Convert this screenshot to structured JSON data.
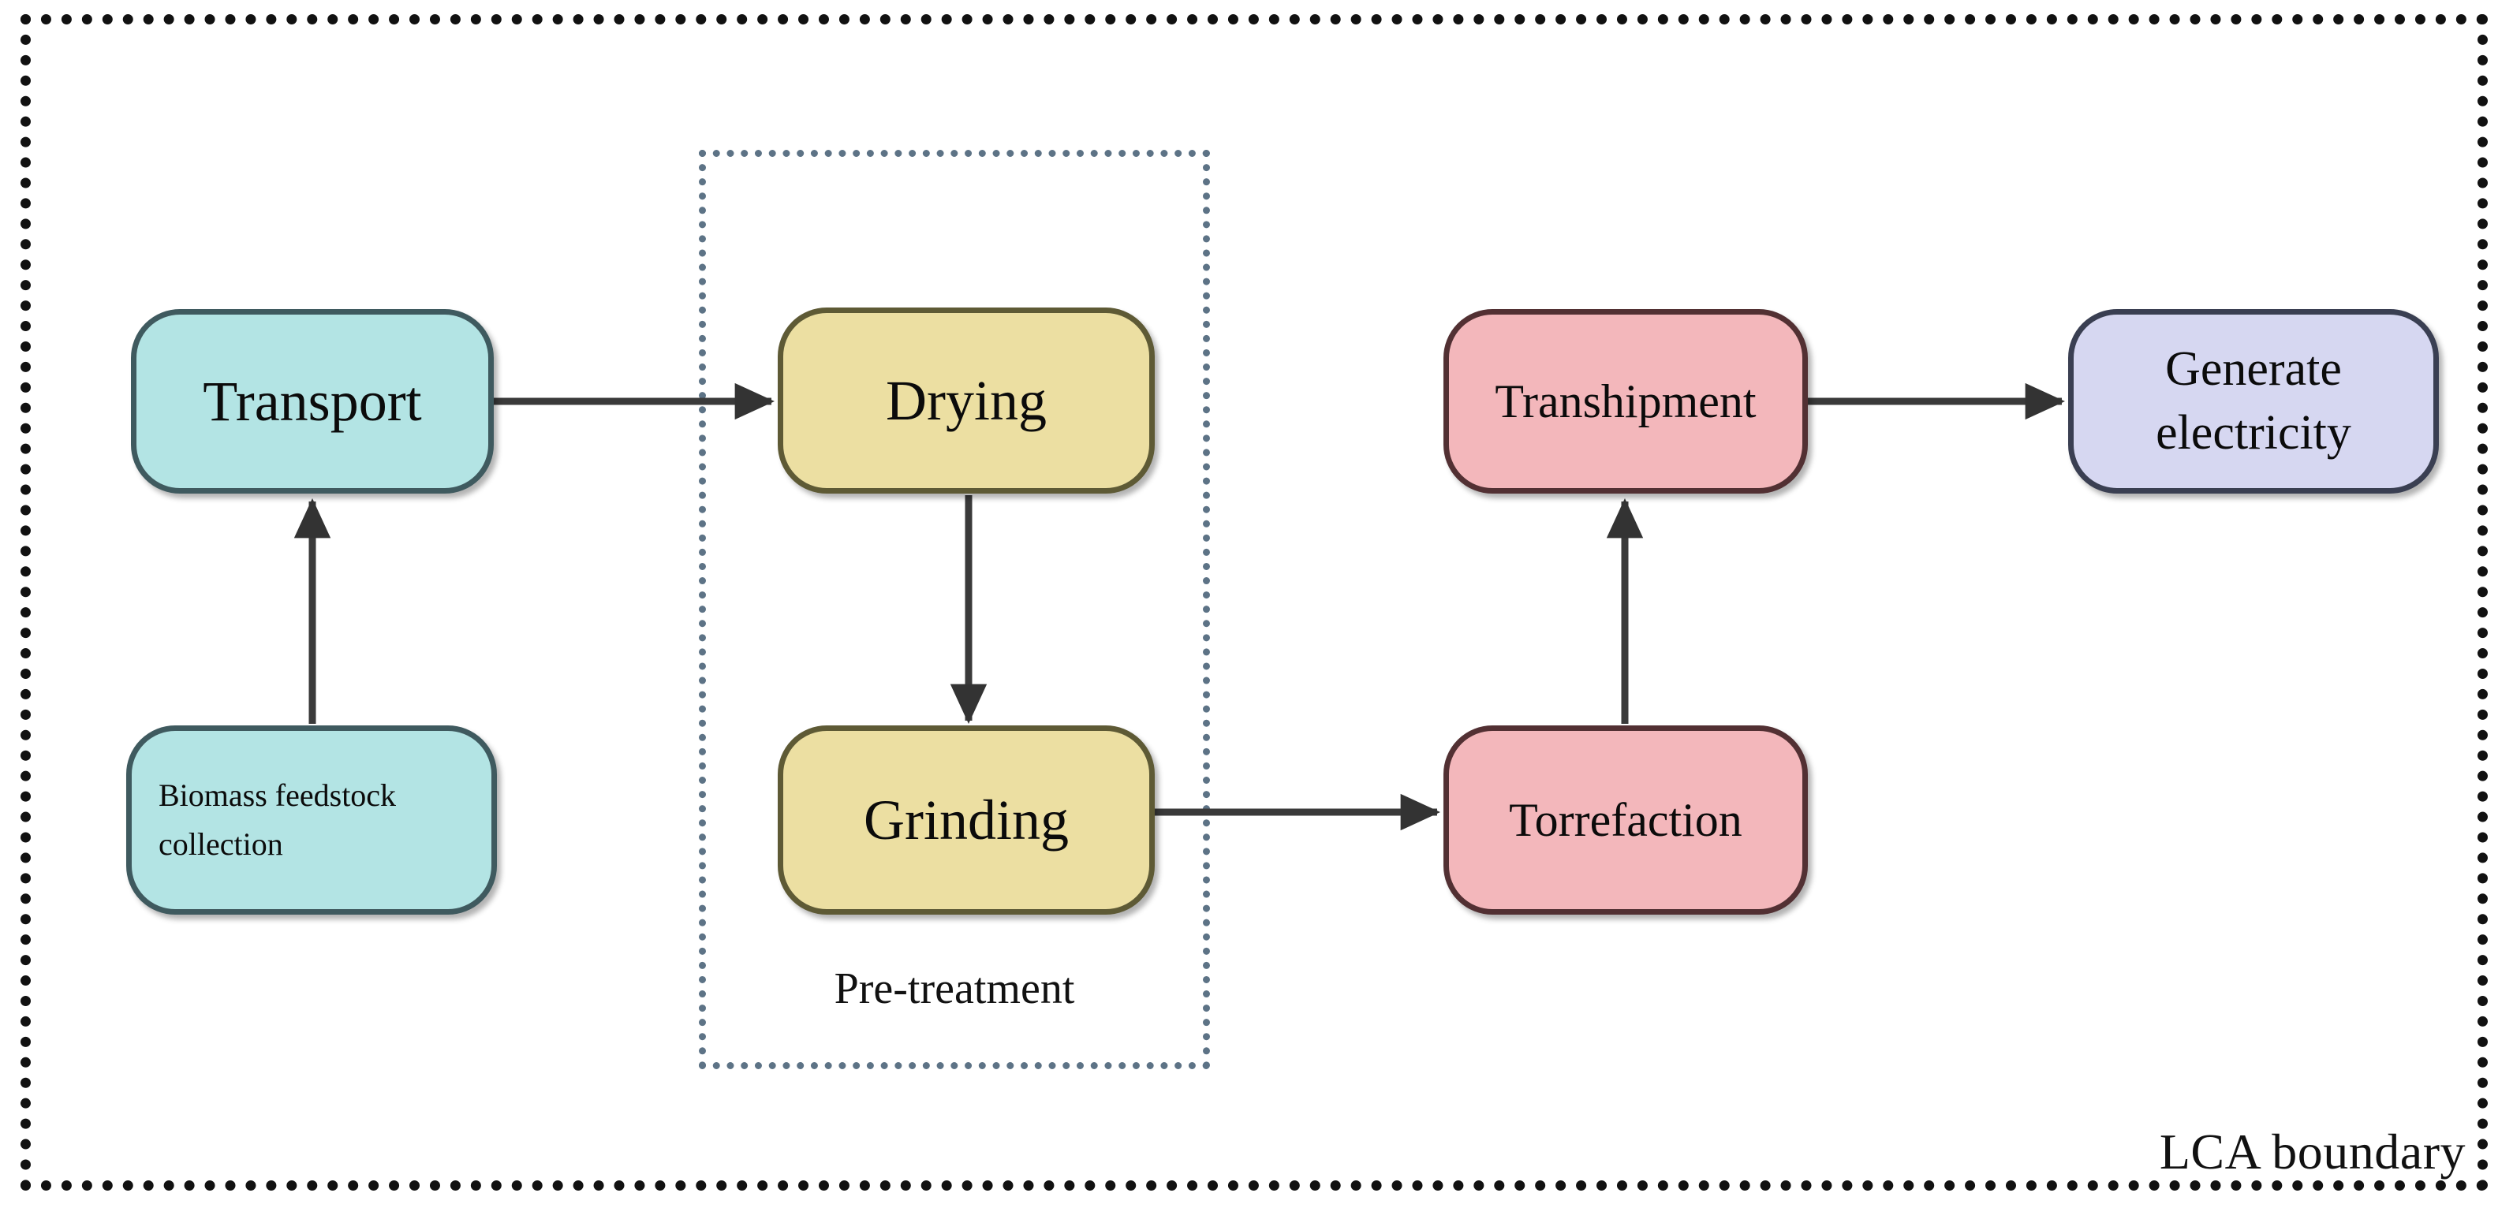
{
  "diagram": {
    "title": "LCA system boundary flowchart for biomass torrefaction to electricity",
    "type": "process-flow-diagram",
    "background_color": "#ffffff"
  },
  "outer_boundary": {
    "label": "LCA boundary",
    "style": "dotted",
    "color": "#111111"
  },
  "subsystem_boundary": {
    "label": "Pre-treatment",
    "style": "dotted",
    "color": "#5d7386",
    "contains": [
      "Drying",
      "Grinding"
    ]
  },
  "nodes": [
    {
      "id": "biomass",
      "label": "Biomass feedstock\ncollection",
      "fill": "#b3e4e4",
      "stroke": "#3f5a5f"
    },
    {
      "id": "transport",
      "label": "Transport",
      "fill": "#b3e4e4",
      "stroke": "#3f5a5f"
    },
    {
      "id": "drying",
      "label": "Drying",
      "fill": "#ecdfa2",
      "stroke": "#5e5a35"
    },
    {
      "id": "grinding",
      "label": "Grinding",
      "fill": "#ecdfa2",
      "stroke": "#5e5a35"
    },
    {
      "id": "torrefaction",
      "label": "Torrefaction",
      "fill": "#f3b7bb",
      "stroke": "#523033"
    },
    {
      "id": "transhipment",
      "label": "Transhipment",
      "fill": "#f3b7bb",
      "stroke": "#523033"
    },
    {
      "id": "electricity",
      "label": "Generate\nelectricity",
      "fill": "#d6d7f1",
      "stroke": "#3a3f52"
    }
  ],
  "edges": [
    {
      "from": "biomass",
      "to": "transport",
      "direction": "up"
    },
    {
      "from": "transport",
      "to": "drying",
      "direction": "right"
    },
    {
      "from": "drying",
      "to": "grinding",
      "direction": "down"
    },
    {
      "from": "grinding",
      "to": "torrefaction",
      "direction": "right"
    },
    {
      "from": "torrefaction",
      "to": "transhipment",
      "direction": "up"
    },
    {
      "from": "transhipment",
      "to": "electricity",
      "direction": "right"
    }
  ],
  "edge_color": "#3a3a3a"
}
